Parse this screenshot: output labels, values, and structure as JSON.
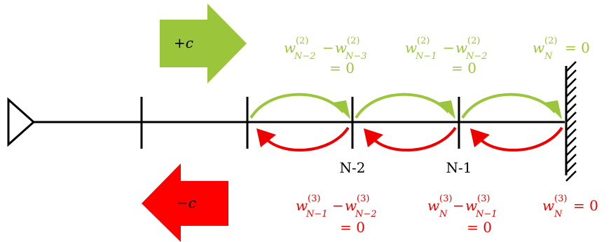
{
  "arrows": {
    "plus_c_label": "+c",
    "minus_c_label": "−c",
    "plus_color": "#9bc53a",
    "minus_color": "#ff0000"
  },
  "nodes": {
    "n_minus_2": "N-2",
    "n_minus_1": "N-1"
  },
  "green_equations": [
    {
      "w": "w",
      "sup": "(2)",
      "sub_a": "N−2",
      "minus": "−",
      "sub_b": "N−3",
      "eq": "= 0"
    },
    {
      "w": "w",
      "sup": "(2)",
      "sub_a": "N−1",
      "minus": "−",
      "sub_b": "N−2",
      "eq": "= 0"
    },
    {
      "w": "w",
      "sup": "(2)",
      "sub_a": "N",
      "eq": "= 0"
    }
  ],
  "red_equations": [
    {
      "w": "w",
      "sup": "(3)",
      "sub_a": "N−1",
      "minus": "−",
      "sub_b": "N−2",
      "eq": "= 0"
    },
    {
      "w": "w",
      "sup": "(3)",
      "sub_a": "N",
      "minus": "−",
      "sub_b": "N−1",
      "eq": "= 0"
    },
    {
      "w": "w",
      "sup": "(3)",
      "sub_a": "N",
      "eq": "= 0"
    }
  ],
  "colors": {
    "green": "#9bc53a",
    "red": "#ee0000",
    "line": "#000000"
  }
}
